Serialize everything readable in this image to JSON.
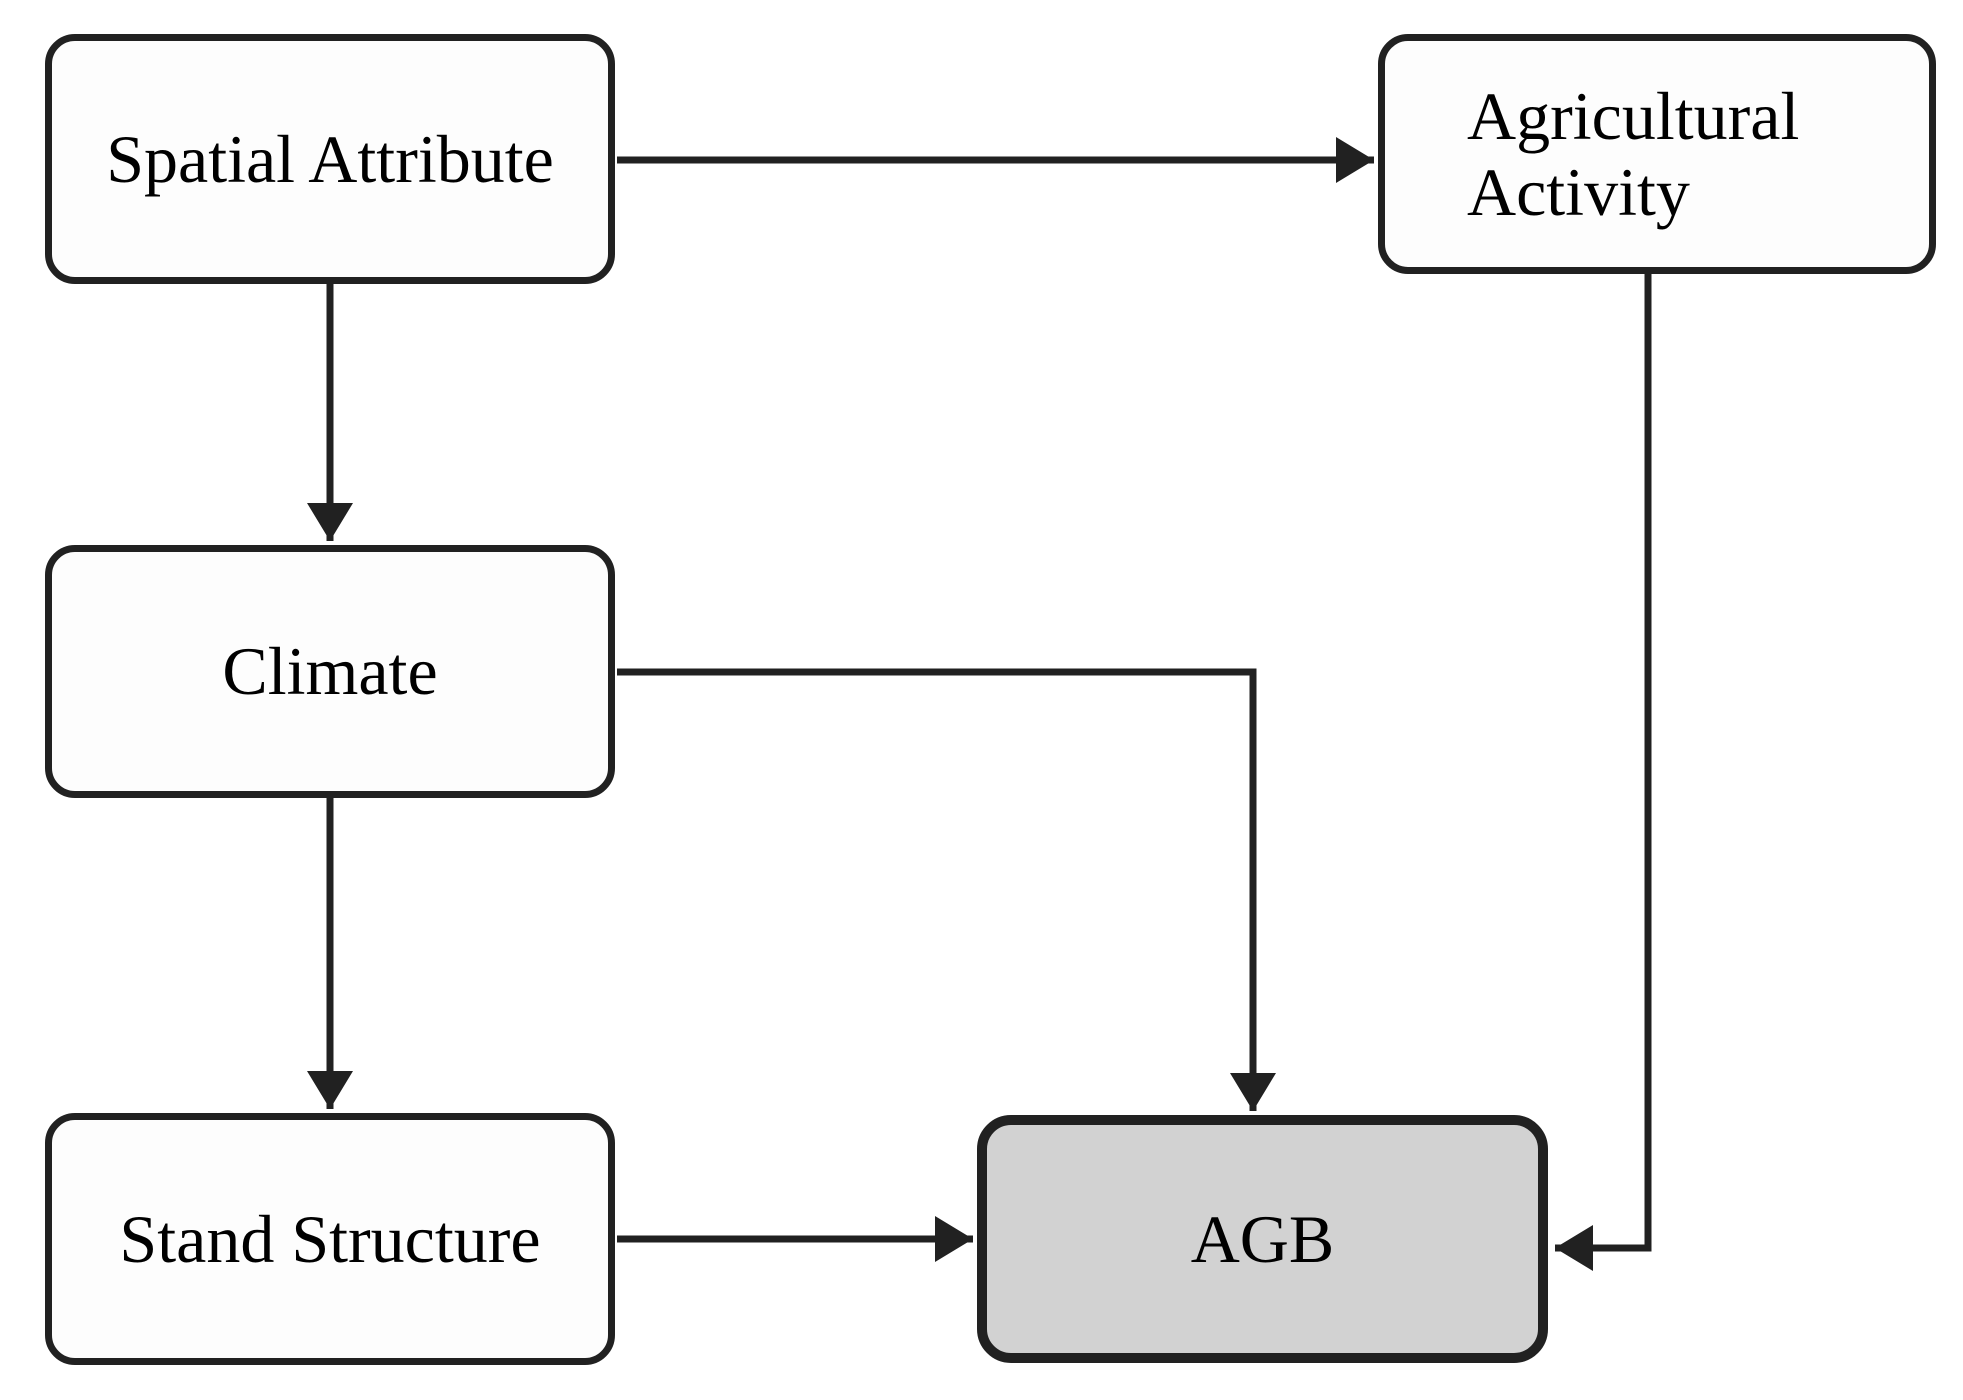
{
  "diagram": {
    "nodes": {
      "spatial_attribute": {
        "label": "Spatial Attribute"
      },
      "agricultural_activity": {
        "label": "Agricultural Activity"
      },
      "climate": {
        "label": "Climate"
      },
      "stand_structure": {
        "label": "Stand Structure"
      },
      "agb": {
        "label": "AGB"
      }
    },
    "edges": [
      {
        "from": "Spatial Attribute",
        "to": "Agricultural Activity"
      },
      {
        "from": "Spatial Attribute",
        "to": "Climate"
      },
      {
        "from": "Climate",
        "to": "AGB"
      },
      {
        "from": "Climate",
        "to": "Stand Structure"
      },
      {
        "from": "Stand Structure",
        "to": "AGB"
      },
      {
        "from": "Agricultural Activity",
        "to": "AGB"
      }
    ],
    "colors": {
      "stroke": "#212121",
      "node_fill": "#fdfdfd",
      "agb_fill": "#d2d2d2",
      "background": "#ffffff"
    }
  }
}
